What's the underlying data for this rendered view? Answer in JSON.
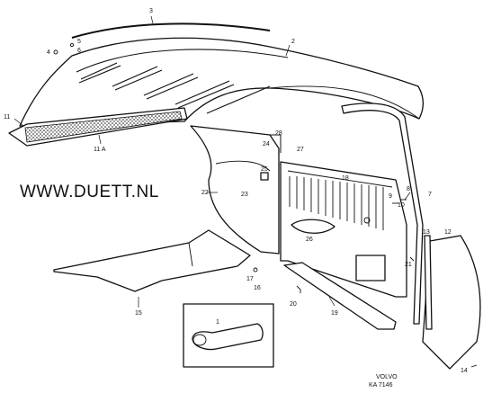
{
  "watermark": "WWW.DUETT.NL",
  "maker": "VOLVO",
  "drawing_code": "KA 7146",
  "callouts": {
    "c1": "1",
    "c2": "2",
    "c3": "3",
    "c4": "4",
    "c5": "5",
    "c6": "6",
    "c7": "7",
    "c8": "8",
    "c9": "9",
    "c10": "10",
    "c11": "11",
    "c11a": "11 A",
    "c12": "12",
    "c13": "13",
    "c14": "14",
    "c15": "15",
    "c16": "16",
    "c17": "17",
    "c18": "18",
    "c19": "19",
    "c20": "20",
    "c21": "21",
    "c22": "22",
    "c23": "23",
    "c24": "24",
    "c25": "25",
    "c26": "26",
    "c27": "27",
    "c28": "28"
  }
}
